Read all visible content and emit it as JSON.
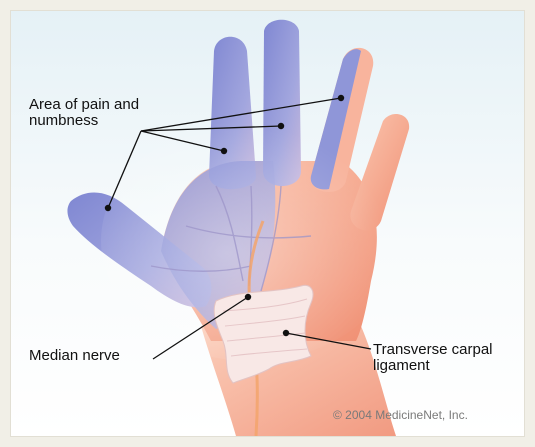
{
  "labels": {
    "pain_area": "Area of pain and\nnumbness",
    "median_nerve": "Median nerve",
    "ligament": "Transverse carpal\nligament"
  },
  "copyright": "© 2004 MedicineNet, Inc.",
  "colors": {
    "background": "#f1efe7",
    "sky": "#e5f1f6",
    "pain_blue": "#8c95d8",
    "skin": "#f6b29a",
    "skin_light": "#fcd9c8",
    "ligament": "#f7e6e3",
    "leader": "#111111"
  }
}
